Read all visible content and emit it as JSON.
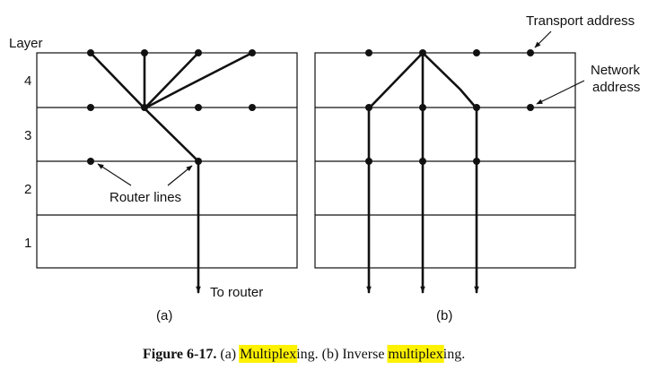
{
  "axis": {
    "title": "Layer",
    "layers": [
      "4",
      "3",
      "2",
      "1"
    ]
  },
  "panel_a": {
    "label": "(a)",
    "router_lines_label": "Router lines",
    "to_router_label": "To router"
  },
  "panel_b": {
    "label": "(b)",
    "transport_address_label": "Transport address",
    "network_address_label_line1": "Network",
    "network_address_label_line2": "address"
  },
  "caption": {
    "figure_number": "Figure 6-17.",
    "part1_prefix": "(a) ",
    "part1_highlight": "Multiplex",
    "part1_suffix": "ing. (b) Inverse ",
    "part2_highlight": "multiplex",
    "part2_suffix": "ing.",
    "highlight_color": "#fff200"
  }
}
